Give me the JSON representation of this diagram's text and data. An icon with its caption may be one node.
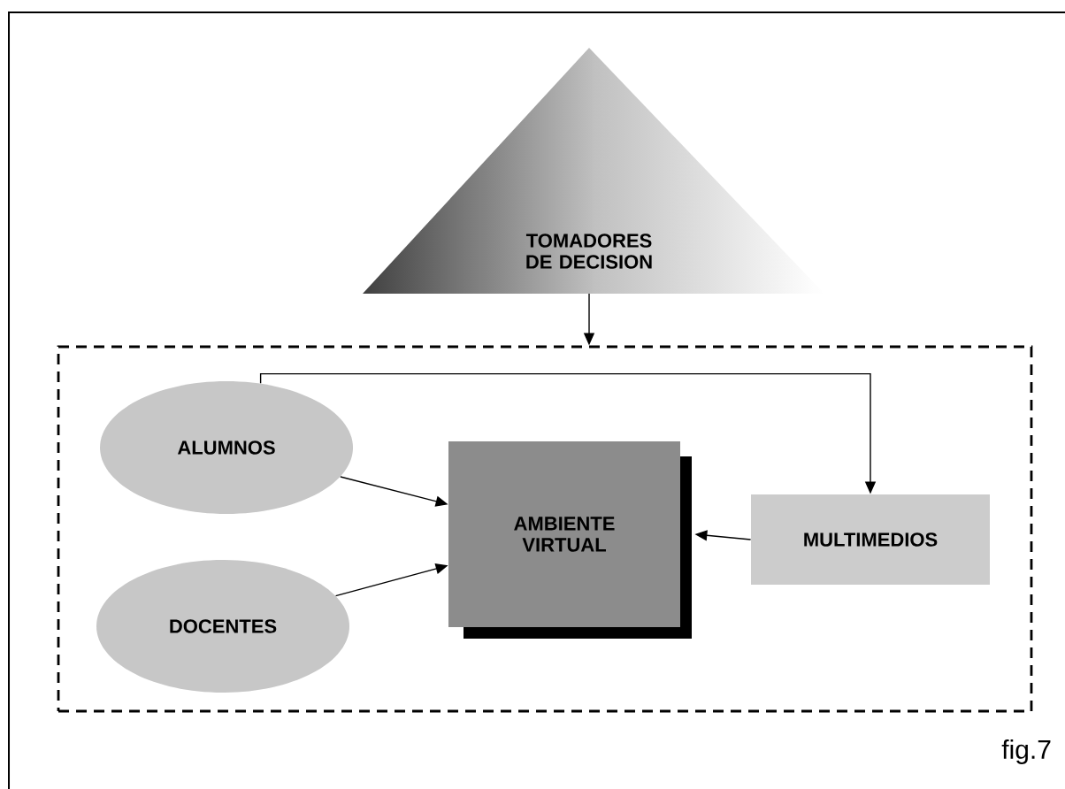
{
  "diagram": {
    "nodes": [
      {
        "text": [
          "TOMADORES DE DECISION"
        ]
      },
      {
        "text": [],
        "shape": "box"
      },
      {
        "text": [
          "ALUMNOS"
        ],
        "in": 1
      },
      {
        "text": [
          "DOCENTES"
        ],
        "in": 1
      },
      {
        "text": [
          "AMBIENTE VIRTUAL"
        ],
        "in": 1
      },
      {
        "text": [
          "MULTIMEDIOS"
        ],
        "in": 1
      }
    ],
    "edges": [
      {
        "from": 0,
        "to": 1,
        "arrow": "to"
      },
      {
        "from": 2,
        "to": 4,
        "arrow": "to"
      },
      {
        "from": 3,
        "to": 4,
        "arrow": "to"
      },
      {
        "from": 5,
        "to": 4,
        "arrow": "to"
      },
      {
        "from": 2,
        "to": 5,
        "arrow": "to"
      }
    ],
    "labels": [
      "fig.7"
    ]
  }
}
